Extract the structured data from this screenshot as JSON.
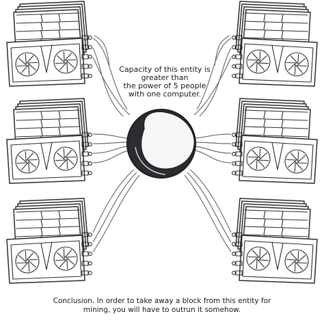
{
  "illustration": {
    "top_caption": "Capacity of this entity is\ngreater than\nthe power of 5 people\nwith one computer.",
    "bottom_caption": "Conclusion. In order to take away a block from this entity for\nmining, you will have to outrun it somehow.",
    "colors": {
      "line": "#2b2b2b",
      "cable": "#6e6e6e",
      "sphere_dark": "#2e2c31",
      "sphere_highlight": "#f2f2f2",
      "background": "#ffffff"
    },
    "elements": {
      "mining_rigs": 6,
      "fans_per_rig": 2,
      "center_object": "mining-pool-sphere"
    }
  }
}
